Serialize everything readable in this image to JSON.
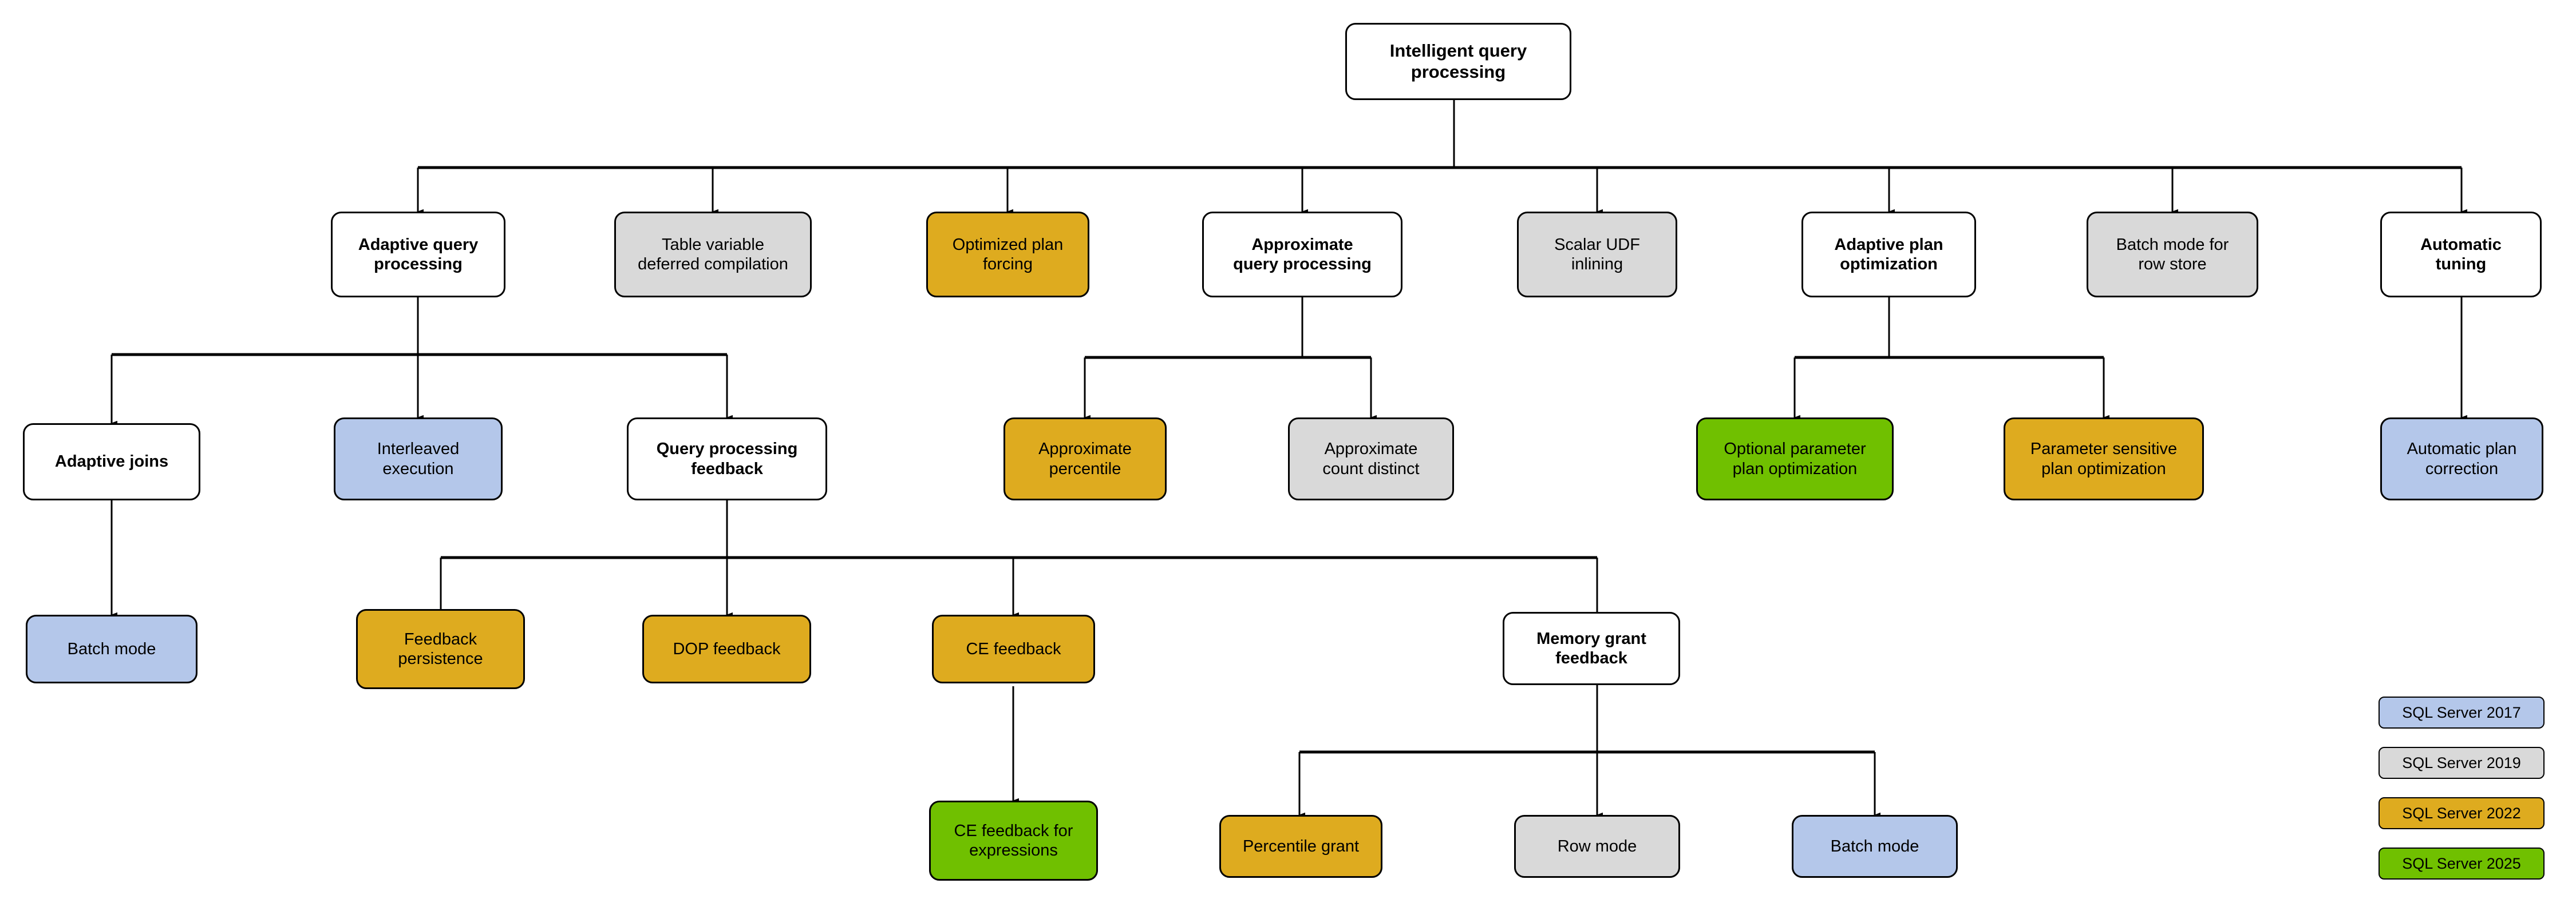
{
  "diagram": {
    "title": "Intelligent query processing",
    "palette": {
      "white": "#ffffff",
      "gray": "#d9d9d9",
      "amber": "#deab1f",
      "blue": "#b4c7ea",
      "green": "#70c000",
      "stroke": "#000000"
    },
    "nodes": {
      "root": "Intelligent query\nprocessing",
      "adaptive_query_processing": "Adaptive query\nprocessing",
      "table_variable_deferred_compilation": "Table variable\ndeferred compilation",
      "optimized_plan_forcing": "Optimized plan\nforcing",
      "approximate_query_processing": "Approximate\nquery processing",
      "scalar_udf_inlining": "Scalar UDF\ninlining",
      "adaptive_plan_optimization": "Adaptive plan\noptimization",
      "batch_mode_for_row_store": "Batch mode for\nrow store",
      "automatic_tuning": "Automatic\ntuning",
      "adaptive_joins": "Adaptive joins",
      "interleaved_execution": "Interleaved\nexecution",
      "query_processing_feedback": "Query processing\nfeedback",
      "approximate_percentile": "Approximate\npercentile",
      "approximate_count_distinct": "Approximate\ncount distinct",
      "optional_parameter_plan_optimization": "Optional parameter\nplan optimization",
      "parameter_sensitive_plan_optimization": "Parameter sensitive\nplan optimization",
      "automatic_plan_correction": "Automatic plan\ncorrection",
      "batch_mode_aj": "Batch mode",
      "feedback_persistence": "Feedback\npersistence",
      "dop_feedback": "DOP feedback",
      "ce_feedback": "CE feedback",
      "memory_grant_feedback": "Memory grant\nfeedback",
      "ce_feedback_for_expressions": "CE feedback for\nexpressions",
      "percentile_grant": "Percentile grant",
      "row_mode": "Row mode",
      "batch_mode_mgf": "Batch mode"
    },
    "legend": {
      "items": [
        {
          "label": "SQL Server 2017",
          "color": "#b4c7ea"
        },
        {
          "label": "SQL Server 2019",
          "color": "#d9d9d9"
        },
        {
          "label": "SQL Server 2022",
          "color": "#deab1f"
        },
        {
          "label": "SQL Server 2025",
          "color": "#70c000"
        }
      ]
    }
  }
}
